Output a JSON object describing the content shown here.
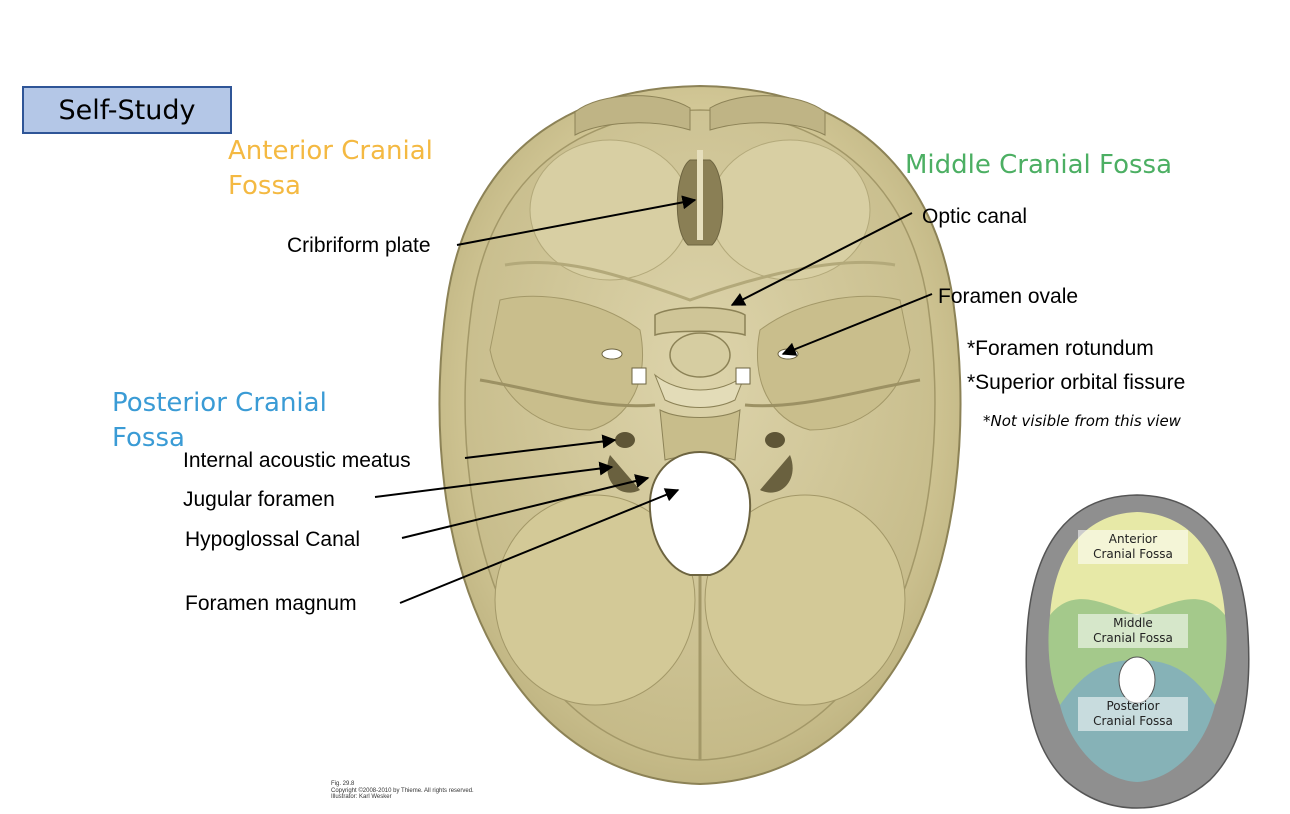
{
  "badge": {
    "label": "Self-Study"
  },
  "regions": {
    "anterior": {
      "line1": "Anterior Cranial",
      "line2": "Fossa",
      "color": "#f4b942"
    },
    "middle": {
      "text": "Middle Cranial Fossa",
      "color": "#4caf63"
    },
    "posterior": {
      "line1": "Posterior Cranial",
      "line2": "Fossa",
      "color": "#3a9bd5"
    }
  },
  "labels": {
    "cribriform": "Cribriform plate",
    "optic": "Optic canal",
    "ovale": "Foramen ovale",
    "internal_acoustic": "Internal acoustic meatus",
    "jugular": "Jugular foramen",
    "hypoglossal": "Hypoglossal Canal",
    "magnum": "Foramen magnum"
  },
  "notes": {
    "rotundum": "*Foramen rotundum",
    "superior_orbital": "*Superior orbital fissure",
    "not_visible": "*Not visible from this view"
  },
  "copyright": {
    "line1": "Fig. 29.8",
    "line2": "Copyright ©2008-2010 by Thieme. All rights reserved.",
    "line3": "Illustrator: Karl Wesker"
  },
  "inset": {
    "anterior": {
      "line1": "Anterior",
      "line2": "Cranial Fossa"
    },
    "middle": {
      "line1": "Middle",
      "line2": "Cranial Fossa"
    },
    "posterior": {
      "line1": "Posterior",
      "line2": "Cranial Fossa"
    }
  },
  "colors": {
    "bone": "#d9d0a6",
    "bone_dark": "#b3a97a",
    "badge_fill": "#b4c7e7",
    "badge_border": "#2f5597"
  }
}
